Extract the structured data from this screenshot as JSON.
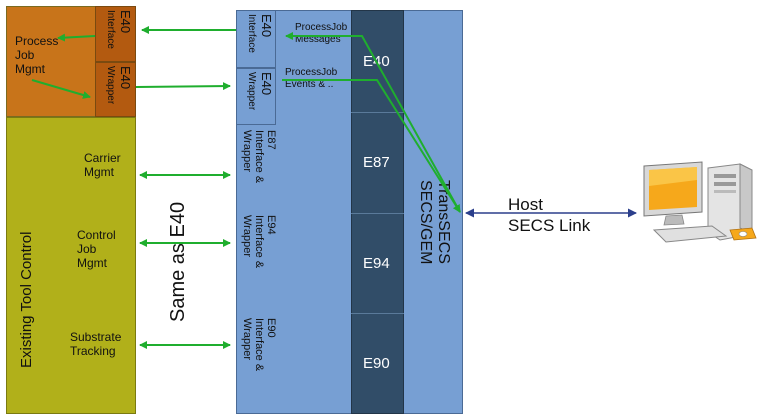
{
  "left_panel": {
    "process_job": {
      "label": "Process\nJob\nMgmt"
    },
    "e40_interface": {
      "label_top": "E40",
      "label_bottom": "Interface"
    },
    "e40_wrapper": {
      "label_top": "E40",
      "label_bottom": "Wrapper"
    },
    "existing_tool": {
      "title": "Existing Tool Control",
      "carrier": "Carrier\nMgmt",
      "control_job": "Control\nJob\nMgmt",
      "substrate": "Substrate\nTracking"
    }
  },
  "same_as_label": "Same as E40",
  "middle_panel": {
    "e40_interface": {
      "label_top": "E40",
      "label_bottom": "Interface"
    },
    "e40_wrapper": {
      "label_top": "E40",
      "label_bottom": "Wrapper"
    },
    "e87_block": "E87\nInterface &\nWrapper",
    "e94_block": "E94\nInterface &\nWrapper",
    "e90_block": "E90\nInterface &\nWrapper",
    "messages_label": "ProcessJob\nMessages",
    "events_label": "ProcessJob\nEvents & .."
  },
  "standards_column": [
    "E40",
    "E87",
    "E94",
    "E90"
  ],
  "transsecs": {
    "line1": "TransSECS",
    "line2": "SECS/GEM"
  },
  "host_link": {
    "line1": "Host",
    "line2": "SECS Link"
  },
  "colors": {
    "orange": "#c8741a",
    "dark_orange": "#b35a10",
    "olive": "#b1b01a",
    "blue": "#779fd3",
    "dark_blue": "#314d68",
    "arrow_green": "#1fae2e",
    "arrow_blue": "#2b3f8c"
  }
}
